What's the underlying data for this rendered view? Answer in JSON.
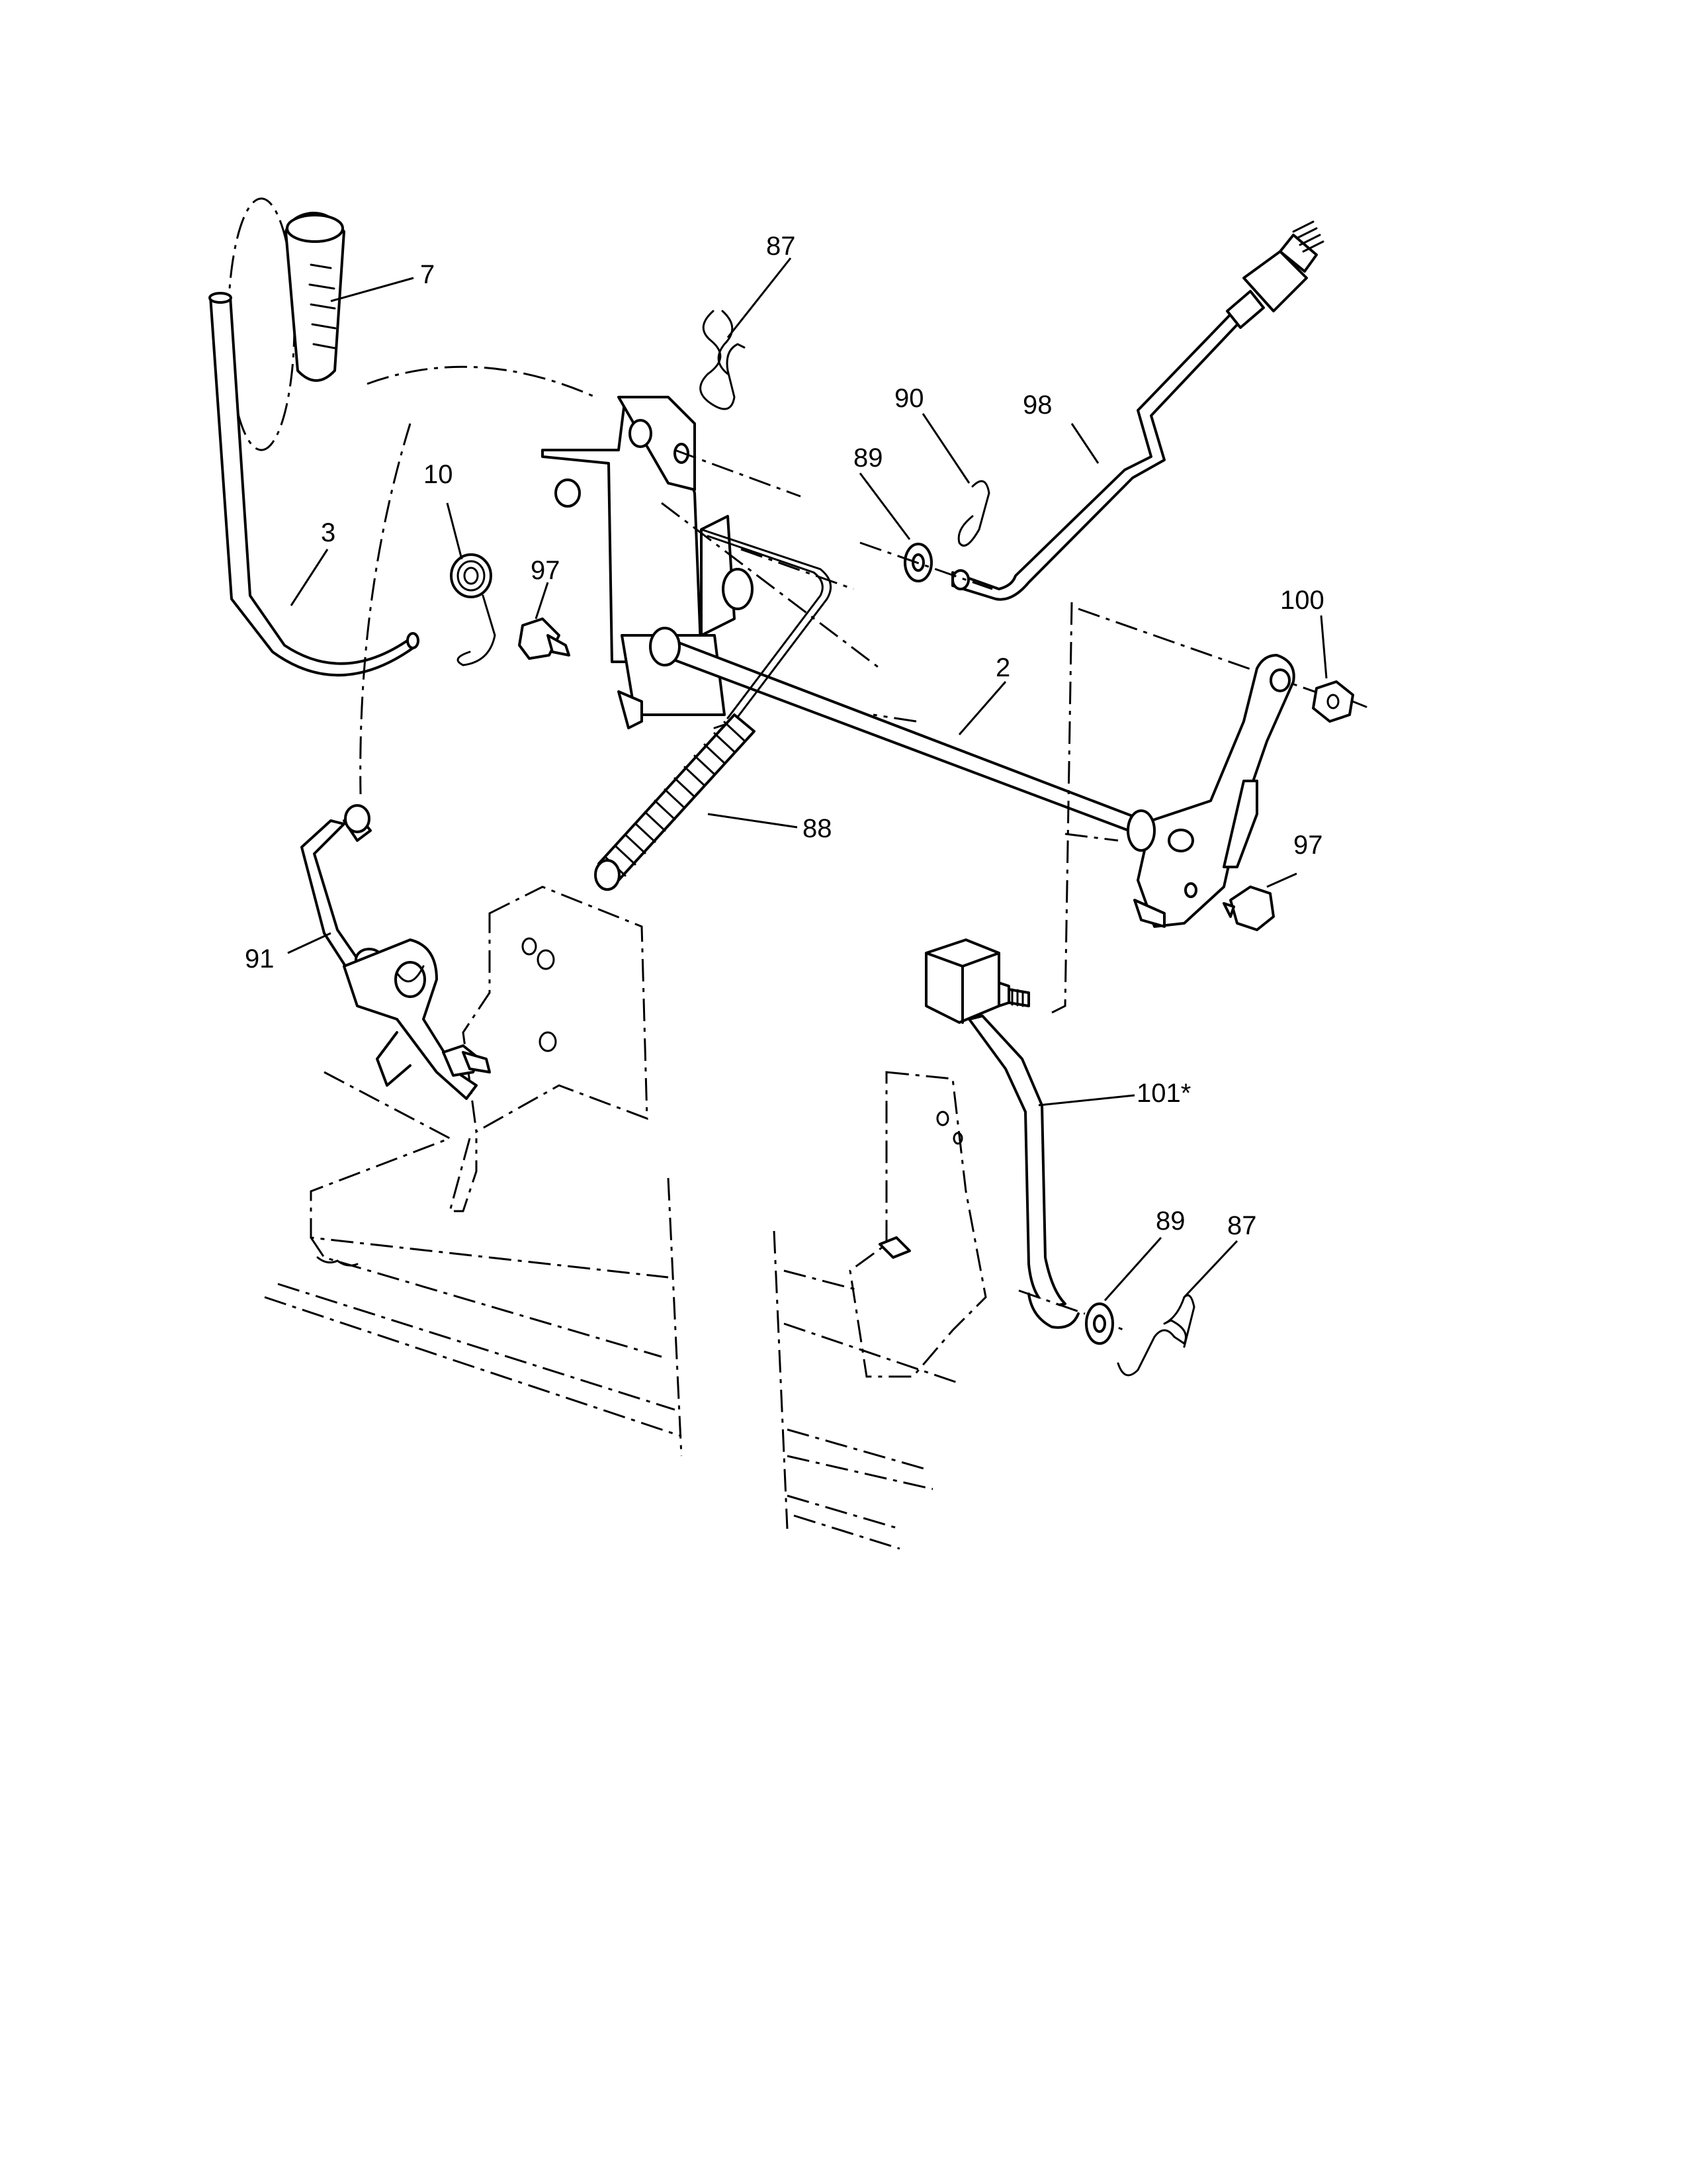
{
  "callouts": {
    "c7": "7",
    "c87_top": "87",
    "c90": "90",
    "c98": "98",
    "c89_top": "89",
    "c10": "10",
    "c3": "3",
    "c97_left": "97",
    "c100": "100",
    "c2": "2",
    "c88": "88",
    "c97_right": "97",
    "c91": "91",
    "c101": "101*",
    "c89_bottom": "89",
    "c87_bottom": "87"
  }
}
